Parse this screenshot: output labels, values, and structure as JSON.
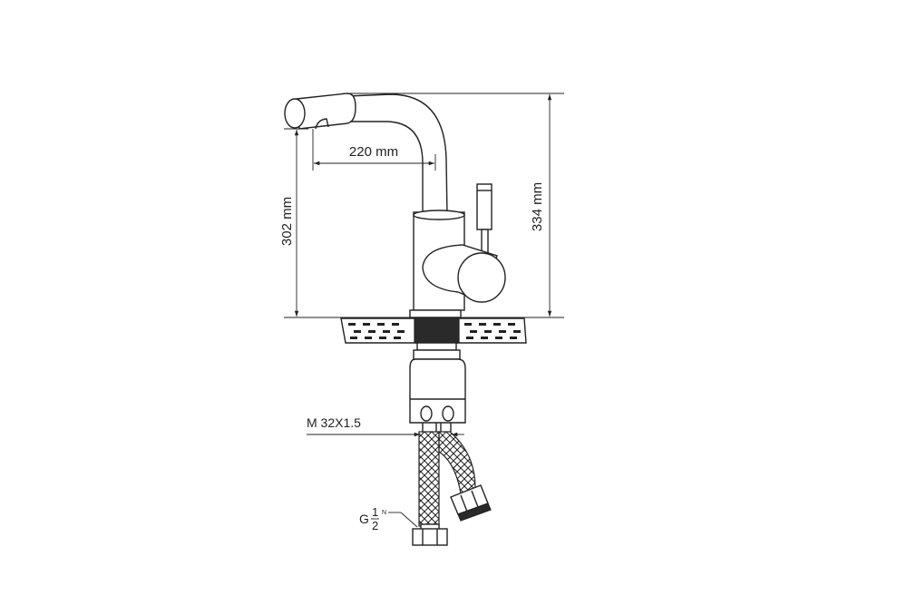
{
  "dimensions": {
    "spout_reach": "220 mm",
    "spout_height": "302 mm",
    "total_height": "334 mm"
  },
  "threads": {
    "mount_thread": "M 32X1.5",
    "hose_prefix": "G",
    "hose_numerator": "1",
    "hose_denominator": "2",
    "hose_suffix": "N"
  }
}
